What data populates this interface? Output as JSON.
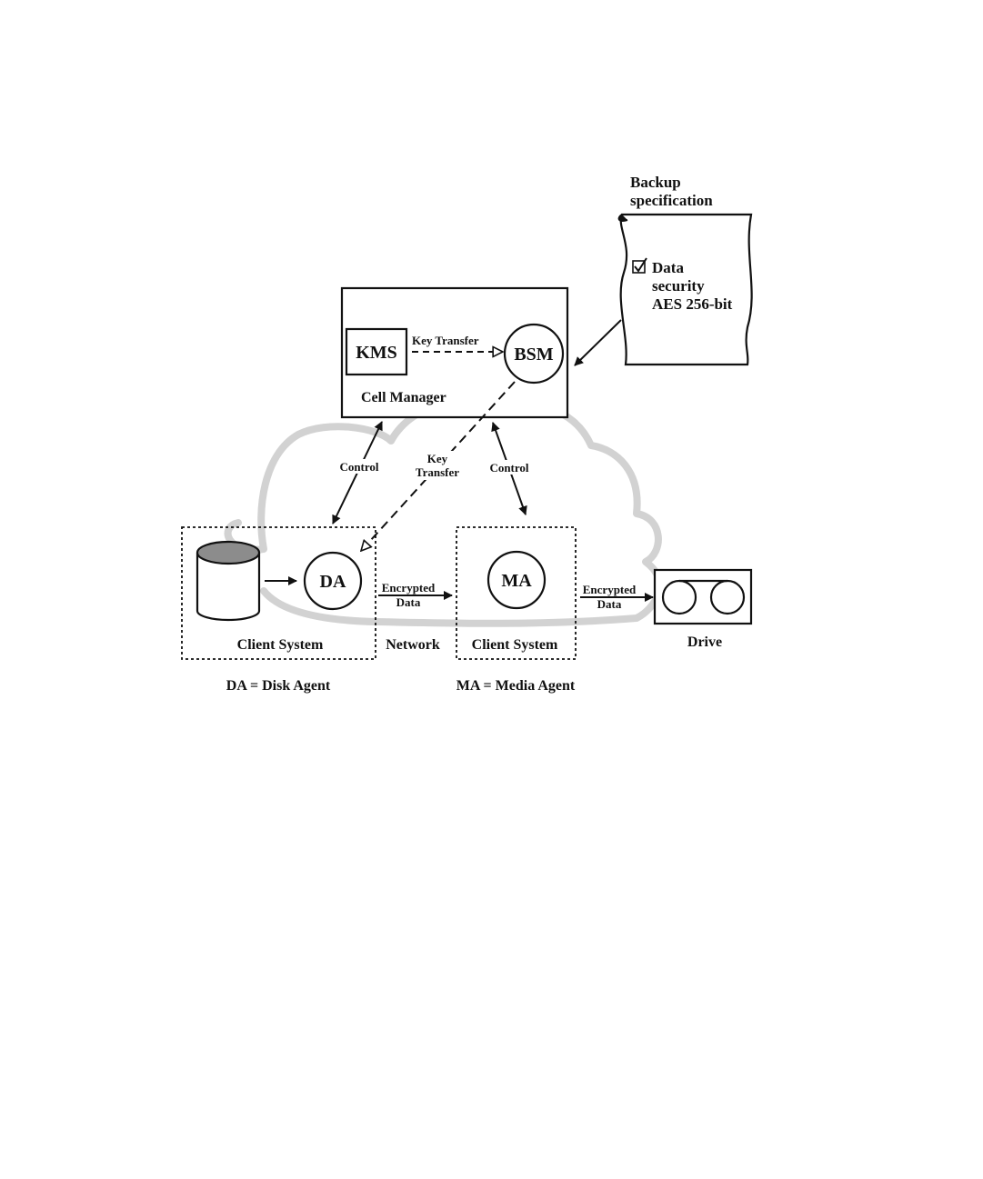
{
  "backup_spec": {
    "title_line1": "Backup",
    "title_line2": "specification",
    "checkbox_label": "Data",
    "line2": "security",
    "line3": "AES 256-bit"
  },
  "cell_manager": {
    "label": "Cell Manager",
    "kms": "KMS",
    "bsm": "BSM",
    "key_transfer": "Key Transfer"
  },
  "links": {
    "control_left": "Control",
    "control_right": "Control",
    "key_line1": "Key",
    "key_line2": "Transfer",
    "enc1_line1": "Encrypted",
    "enc1_line2": "Data",
    "enc2_line1": "Encrypted",
    "enc2_line2": "Data",
    "network": "Network"
  },
  "client_left": {
    "label": "Client System",
    "agent": "DA"
  },
  "client_right": {
    "label": "Client System",
    "agent": "MA"
  },
  "drive": {
    "label": "Drive"
  },
  "legend": {
    "da": "DA = Disk Agent",
    "ma": "MA = Media Agent"
  },
  "colors": {
    "cloud": "#d2d2d2",
    "disk_top": "#8c8c8c",
    "line": "#111111"
  }
}
